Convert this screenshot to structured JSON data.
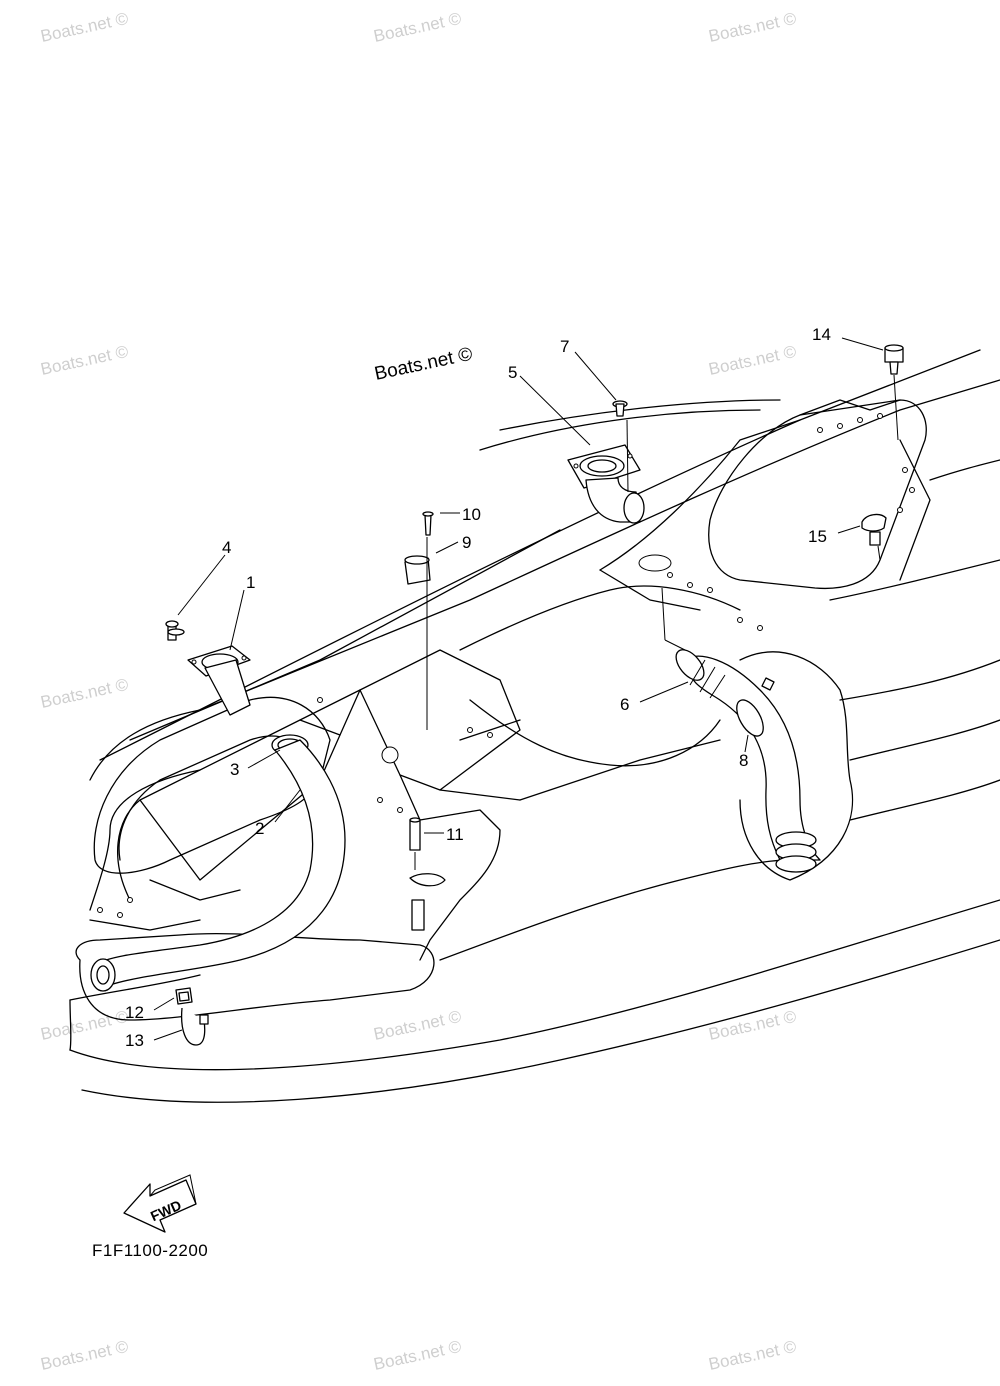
{
  "watermarks": [
    "Boats.net ©",
    "Boats.net ©",
    "Boats.net ©",
    "Boats.net ©",
    "Boats.net ©",
    "Boats.net ©",
    "Boats.net ©",
    "Boats.net ©",
    "Boats.net ©",
    "Boats.net ©",
    "Boats.net ©",
    "Boats.net ©"
  ],
  "main_watermark": "Boats.net ©",
  "callouts": [
    "1",
    "2",
    "3",
    "4",
    "5",
    "6",
    "7",
    "8",
    "9",
    "10",
    "11",
    "12",
    "13",
    "14",
    "15"
  ],
  "fwd_label": "FWD",
  "figure_code": "F1F1100-2200"
}
